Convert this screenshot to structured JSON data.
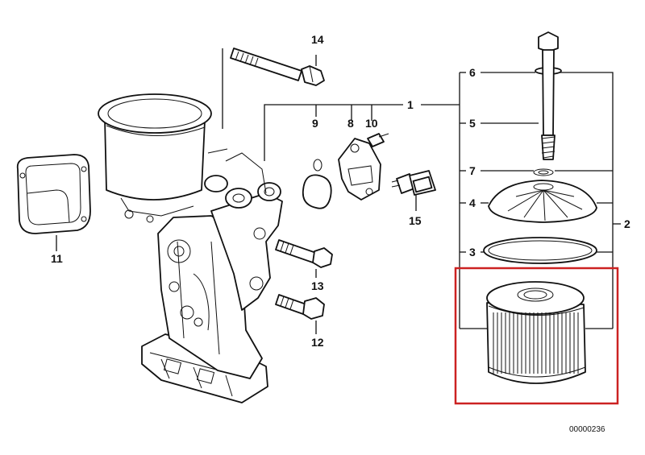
{
  "diagram": {
    "part_number": "00000236",
    "callouts": [
      {
        "id": "c1",
        "label": "1"
      },
      {
        "id": "c2",
        "label": "2"
      },
      {
        "id": "c3",
        "label": "3"
      },
      {
        "id": "c4",
        "label": "4"
      },
      {
        "id": "c5",
        "label": "5"
      },
      {
        "id": "c6",
        "label": "6"
      },
      {
        "id": "c7",
        "label": "7"
      },
      {
        "id": "c8",
        "label": "8"
      },
      {
        "id": "c9",
        "label": "9"
      },
      {
        "id": "c10",
        "label": "10"
      },
      {
        "id": "c11",
        "label": "11"
      },
      {
        "id": "c12",
        "label": "12"
      },
      {
        "id": "c13",
        "label": "13"
      },
      {
        "id": "c14",
        "label": "14"
      },
      {
        "id": "c15",
        "label": "15"
      }
    ],
    "highlight_color": "#cc2222",
    "highlighted_part": "filter-element"
  }
}
